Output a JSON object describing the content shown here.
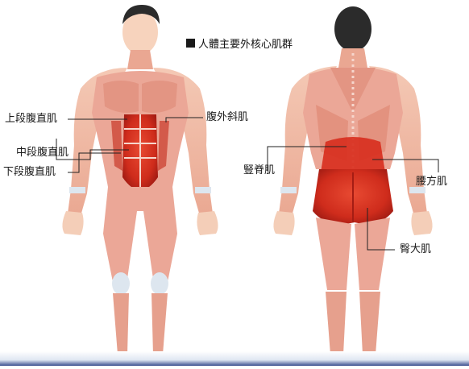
{
  "title": "人體主要外核心肌群",
  "labels": {
    "upper_rectus": "上段腹直肌",
    "middle_rectus": "中段腹直肌",
    "lower_rectus": "下段腹直肌",
    "external_oblique": "腹外斜肌",
    "erector_spinae": "豎脊肌",
    "quadratus_lumborum": "腰方肌",
    "gluteus_maximus": "臀大肌"
  },
  "colors": {
    "skin": "#f3c4b0",
    "muscle_light": "#eba797",
    "muscle_mid": "#de8a78",
    "muscle_dark": "#c0584b",
    "highlight_red": "#d8301f",
    "highlight_dark": "#a51d14",
    "tendon": "#dde6ef",
    "hair": "#2b2b2b"
  }
}
